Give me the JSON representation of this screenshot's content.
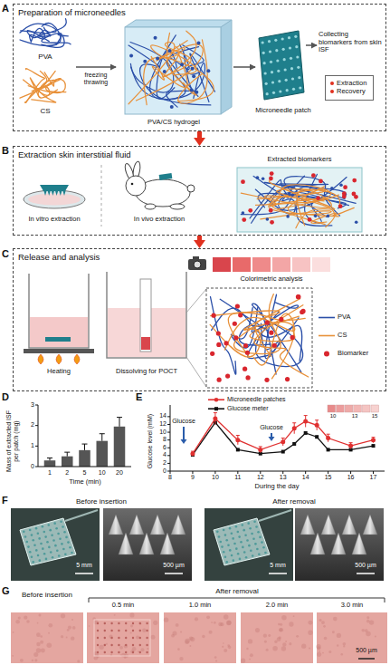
{
  "diagram": {
    "nodes": [
      {
        "text": [
          "Preparation of microneedles"
        ]
      },
      {
        "text": [
          "Extraction",
          "Recovery"
        ],
        "in": 0
      },
      {
        "text": [
          "Extraction skin interstitial fluid"
        ]
      },
      {
        "text": [
          "Release and analysis"
        ]
      }
    ],
    "edges": [
      {
        "from": 0,
        "to": 2,
        "arrow": "to"
      },
      {
        "from": 2,
        "to": 3,
        "arrow": "to"
      }
    ],
    "labels": [
      "A",
      "PVA",
      "CS",
      "freezing thrawing",
      "PVA/CS hydrogel",
      "Microneedle patch",
      "Collecting biomarkers from skin ISF",
      "B",
      "In vitro extraction",
      "In vivo extraction",
      "Extracted biomarkers",
      "C",
      "Colorimetric analysis",
      "Heating",
      "Dissolving for POCT",
      "D",
      "0",
      "1",
      "2",
      "3",
      "1",
      "2",
      "5",
      "10",
      "20",
      "Time (min)",
      "Mass of extracted ISF per patch (mg)",
      "E",
      "0",
      "2",
      "4",
      "6",
      "8",
      "10",
      "12",
      "14",
      "8",
      "9",
      "10",
      "11",
      "12",
      "13",
      "14",
      "15",
      "16",
      "17",
      "During the day",
      "Glucose level (mM)",
      "Glucose",
      "Glucose",
      "10",
      "13",
      "15",
      "F",
      "Before insertion",
      "After removal",
      "5 mm",
      "500 µm",
      "5 mm",
      "500 µm",
      "G",
      "Before insertion",
      "After removal",
      "0.5 min",
      "1.0 min",
      "2.0 min",
      "3.0 min",
      "500 µm"
    ],
    "legend": [
      {
        "text": "PVA"
      },
      {
        "text": "CS"
      },
      {
        "text": "Biomarker"
      },
      {
        "text": "Microneedle patches"
      },
      {
        "text": "Glucose meter"
      }
    ]
  }
}
